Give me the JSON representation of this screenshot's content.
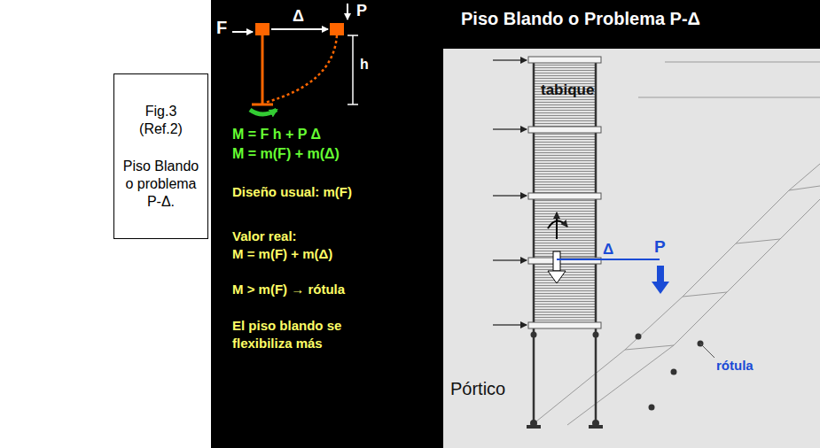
{
  "diagram": {
    "title": "Piso Blando o Problema P-Δ",
    "nodes": [
      {
        "text": [
          "Fig.3 (Ref.2)",
          "Piso Blando o problema P-Δ."
        ]
      }
    ],
    "labels": [
      "F",
      "Δ",
      "P",
      "h",
      "M = F h + P Δ",
      "M = m(F) + m(Δ)",
      "Diseño usual: m(F)",
      "Valor real:",
      "M = m(F) + m(Δ)",
      "M > m(F) → rótula",
      "El piso blando se flexibiliza más",
      "tabique",
      "Δ",
      "P",
      "rótula",
      "Pórtico"
    ]
  }
}
